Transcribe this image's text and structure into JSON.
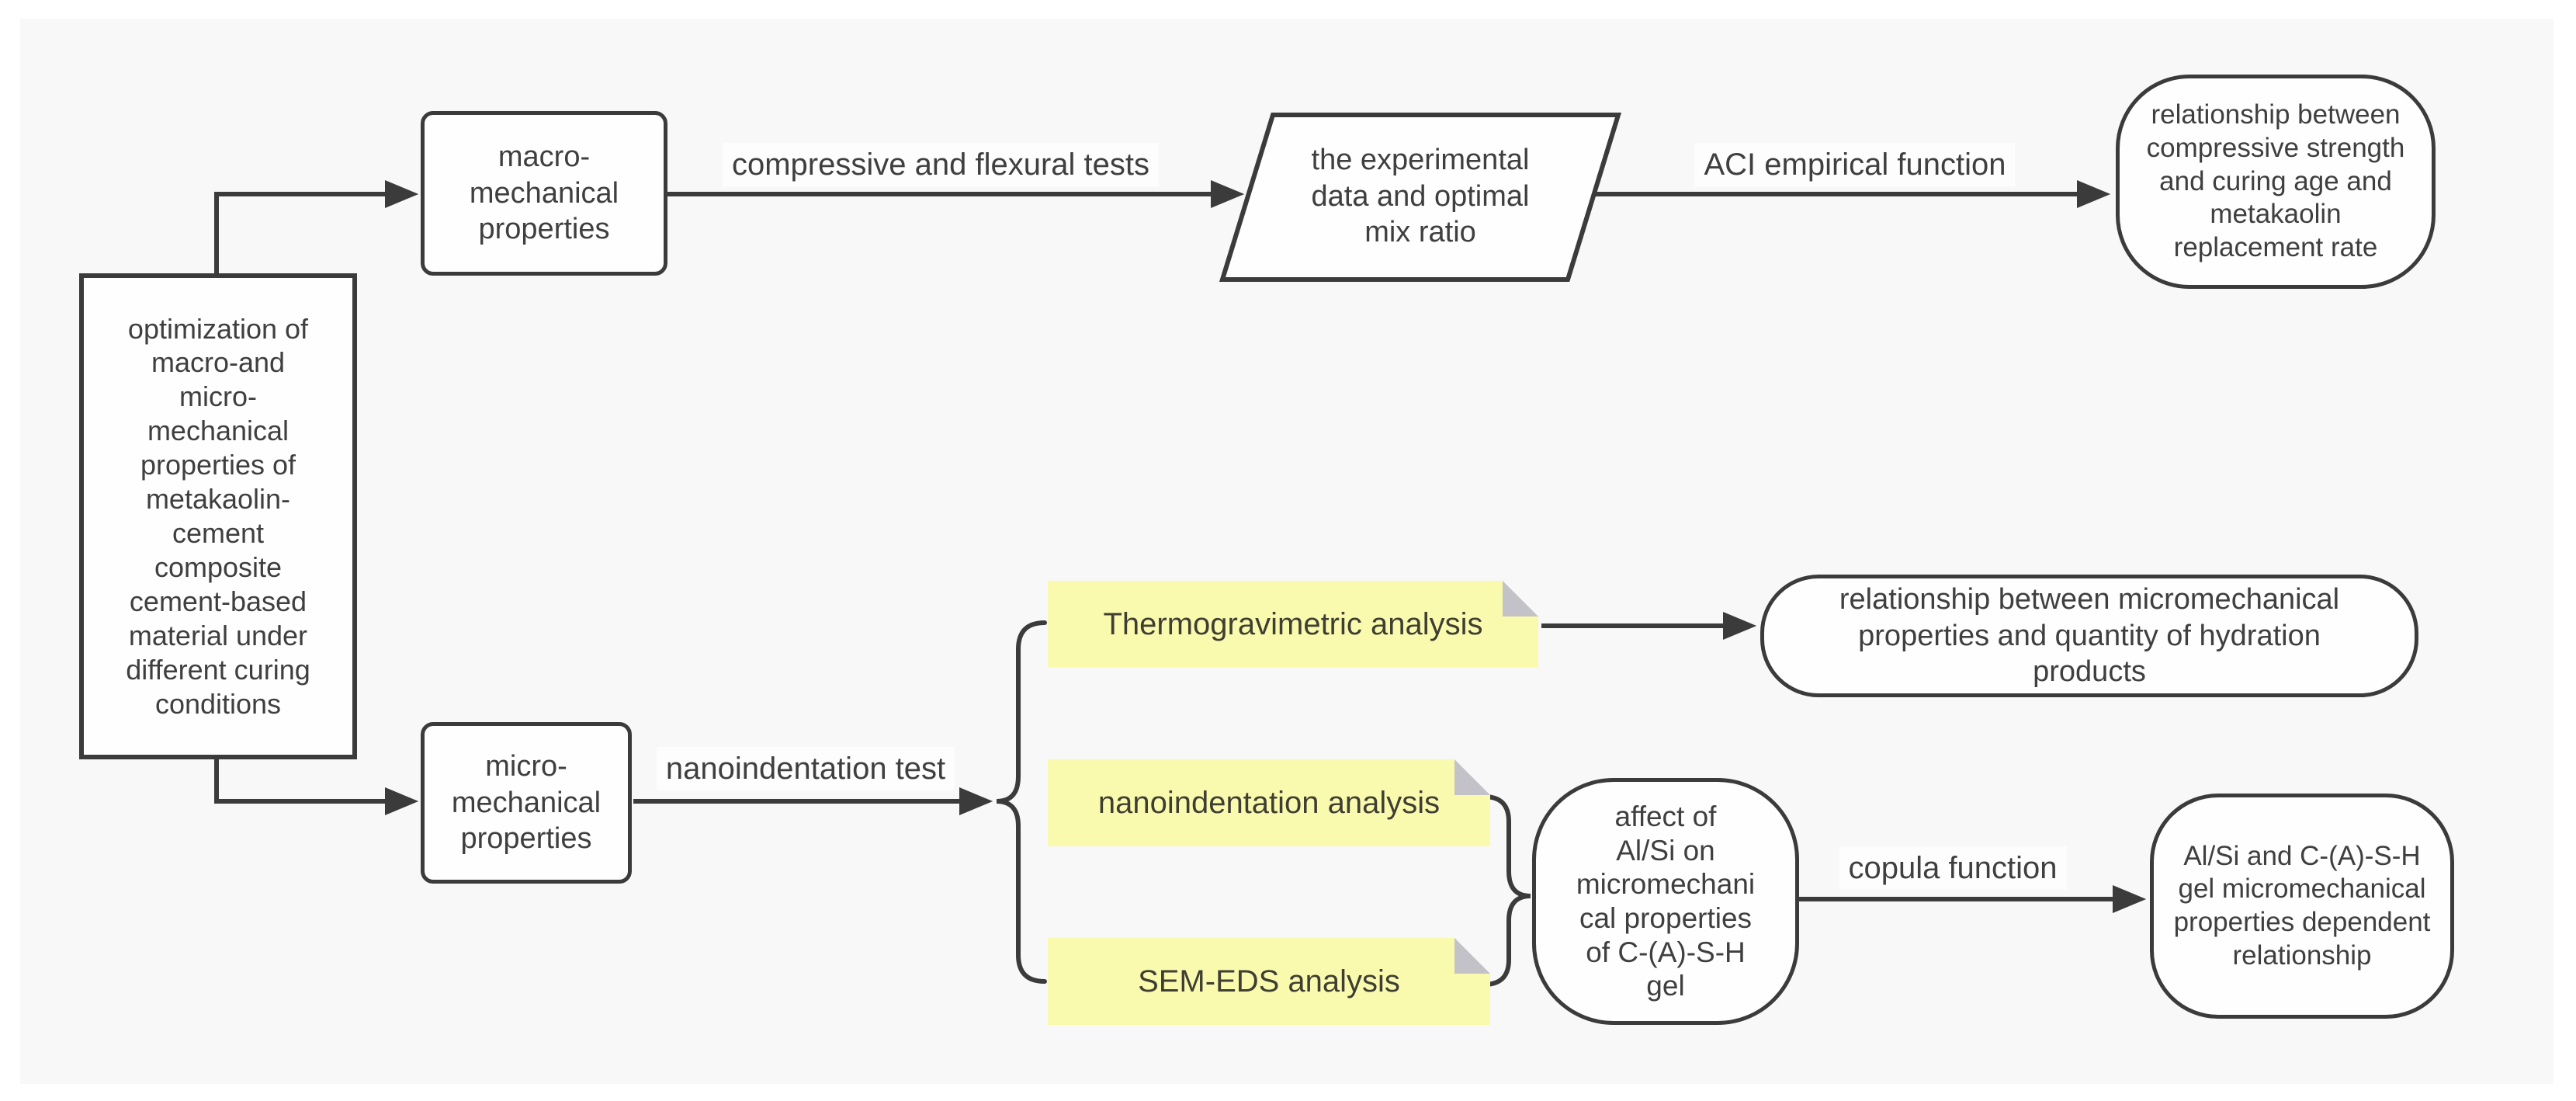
{
  "colors": {
    "page_bg": "#ffffff",
    "panel_bg": "#f8f8f9",
    "stroke": "#3b3b3b",
    "text": "#3f3f3f",
    "note_bg": "#fafaaf",
    "note_fold": "#c2c2c8",
    "note_text": "#3e3e32",
    "label_bg": "#fdfdfe"
  },
  "nodes": {
    "root": {
      "lines": [
        "optimization of",
        "macro-and",
        "micro-",
        "mechanical",
        "properties of",
        "metakaolin-",
        "cement",
        "composite",
        "cement-based",
        "material under",
        "different curing",
        "conditions"
      ]
    },
    "macro": {
      "lines": [
        "macro-",
        "mechanical",
        "properties"
      ]
    },
    "experimental": {
      "lines": [
        "the experimental",
        "data and optimal",
        "mix ratio"
      ]
    },
    "aci_result": {
      "lines": [
        "relationship between",
        "compressive strength",
        "and curing age and",
        "metakaolin",
        "replacement rate"
      ]
    },
    "micro": {
      "lines": [
        "micro-",
        "mechanical",
        "properties"
      ]
    },
    "note_tga": {
      "label": "Thermogravimetric analysis"
    },
    "note_nano": {
      "label": "nanoindentation analysis"
    },
    "note_sem": {
      "label": "SEM-EDS analysis"
    },
    "hydration_result": {
      "lines": [
        "relationship between micromechanical",
        "properties and quantity of hydration",
        "products"
      ]
    },
    "alsi_effect": {
      "lines": [
        "affect of",
        "Al/Si on",
        "micromechani",
        "cal properties",
        "of C-(A)-S-H",
        "gel"
      ]
    },
    "dependent_result": {
      "lines": [
        "Al/Si and C-(A)-S-H",
        "gel micromechanical",
        "properties dependent",
        "relationship"
      ]
    }
  },
  "edge_labels": {
    "compressive": "compressive and flexural tests",
    "aci": "ACI empirical function",
    "nanoindentation": "nanoindentation test",
    "copula": "copula function"
  }
}
